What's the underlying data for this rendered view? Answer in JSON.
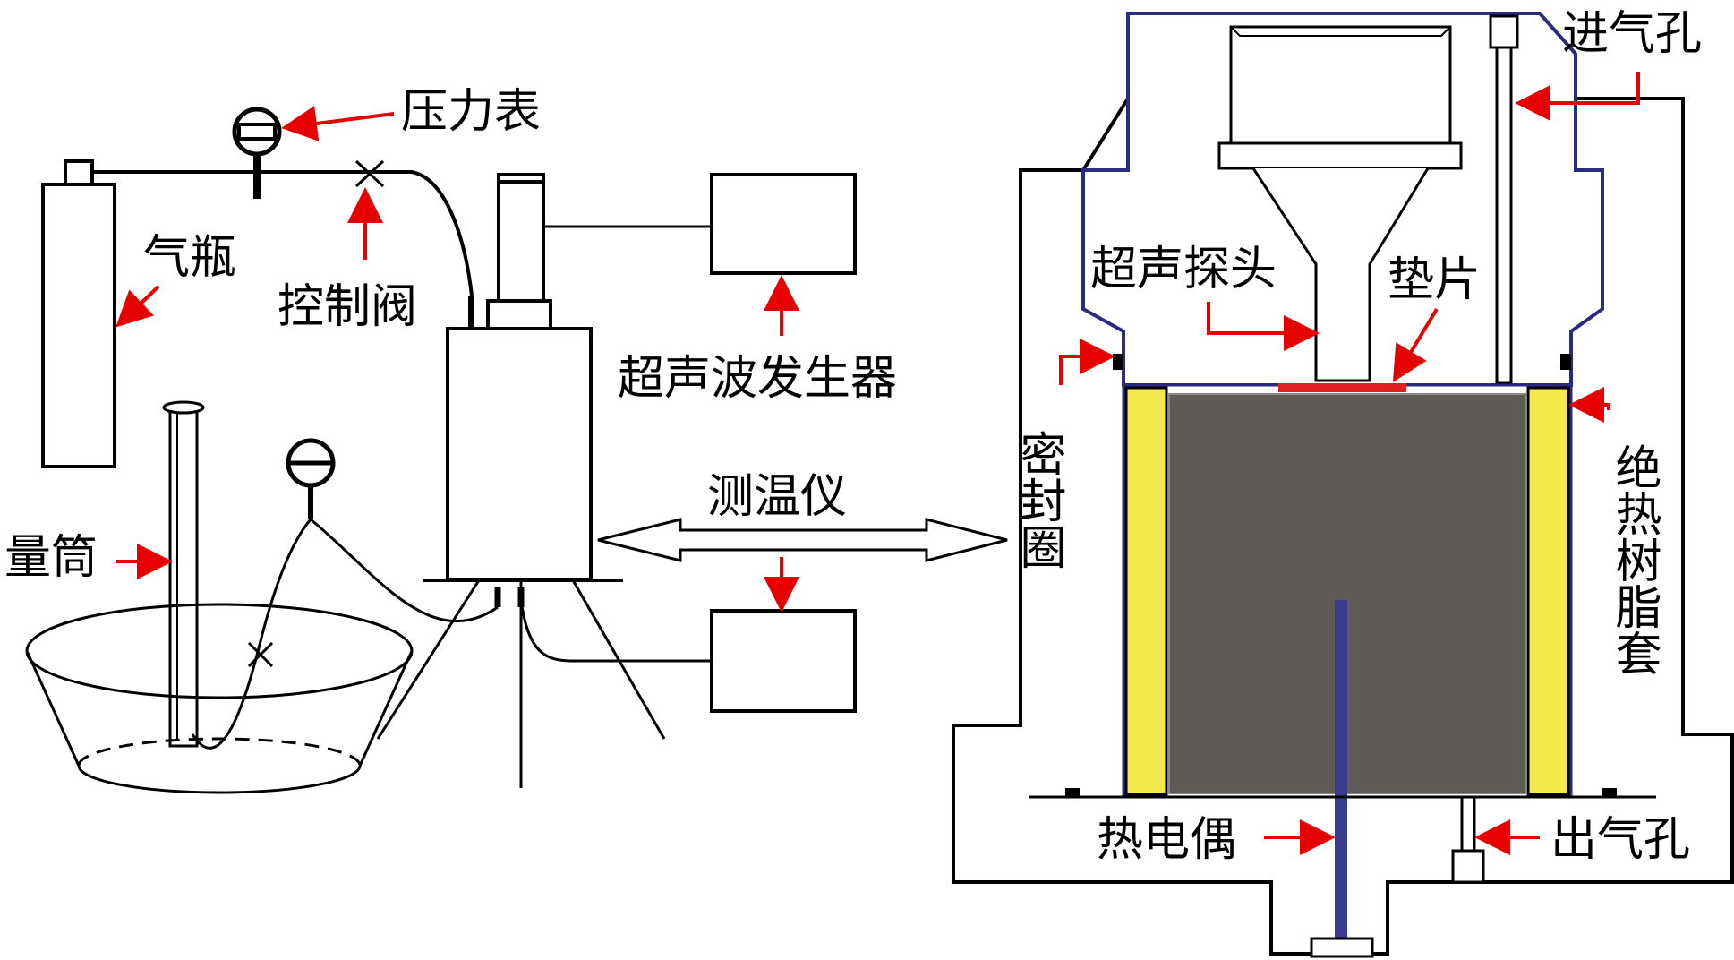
{
  "labels": {
    "pressure_gauge": "压力表",
    "gas_cylinder": "气瓶",
    "control_valve": "控制阀",
    "ultrasonic_generator": "超声波发生器",
    "thermometer": "测温仪",
    "measuring_cylinder": "量筒",
    "gas_inlet": "进气孔",
    "ultrasonic_probe": "超声探头",
    "gasket": "垫片",
    "seal_ring": "密封圈",
    "insulation_sleeve": "绝热树脂套",
    "thermocouple": "热电偶",
    "gas_outlet": "出气孔"
  },
  "colors": {
    "arrow": "#e60000",
    "outline": "#000000",
    "vessel_outline": "#2a2a80",
    "sample": "#5e5a55",
    "sleeve": "#f5e84a",
    "gasket": "#e02020",
    "thermocouple": "#3a3a90"
  }
}
